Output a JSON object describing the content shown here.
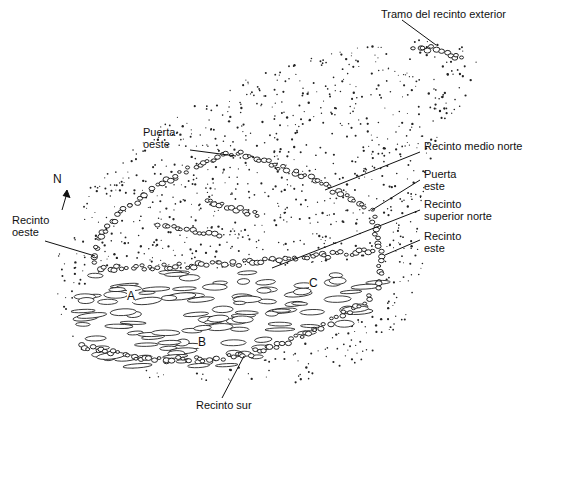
{
  "diagram": {
    "labels": [
      "Tramo del recinto exterior",
      "Puerta oeste",
      "Recinto medio norte",
      "Puerta este",
      "Recinto superior norte",
      "Recinto este",
      "Recinto oeste",
      "Recinto sur",
      "N",
      "A",
      "B",
      "C"
    ]
  }
}
